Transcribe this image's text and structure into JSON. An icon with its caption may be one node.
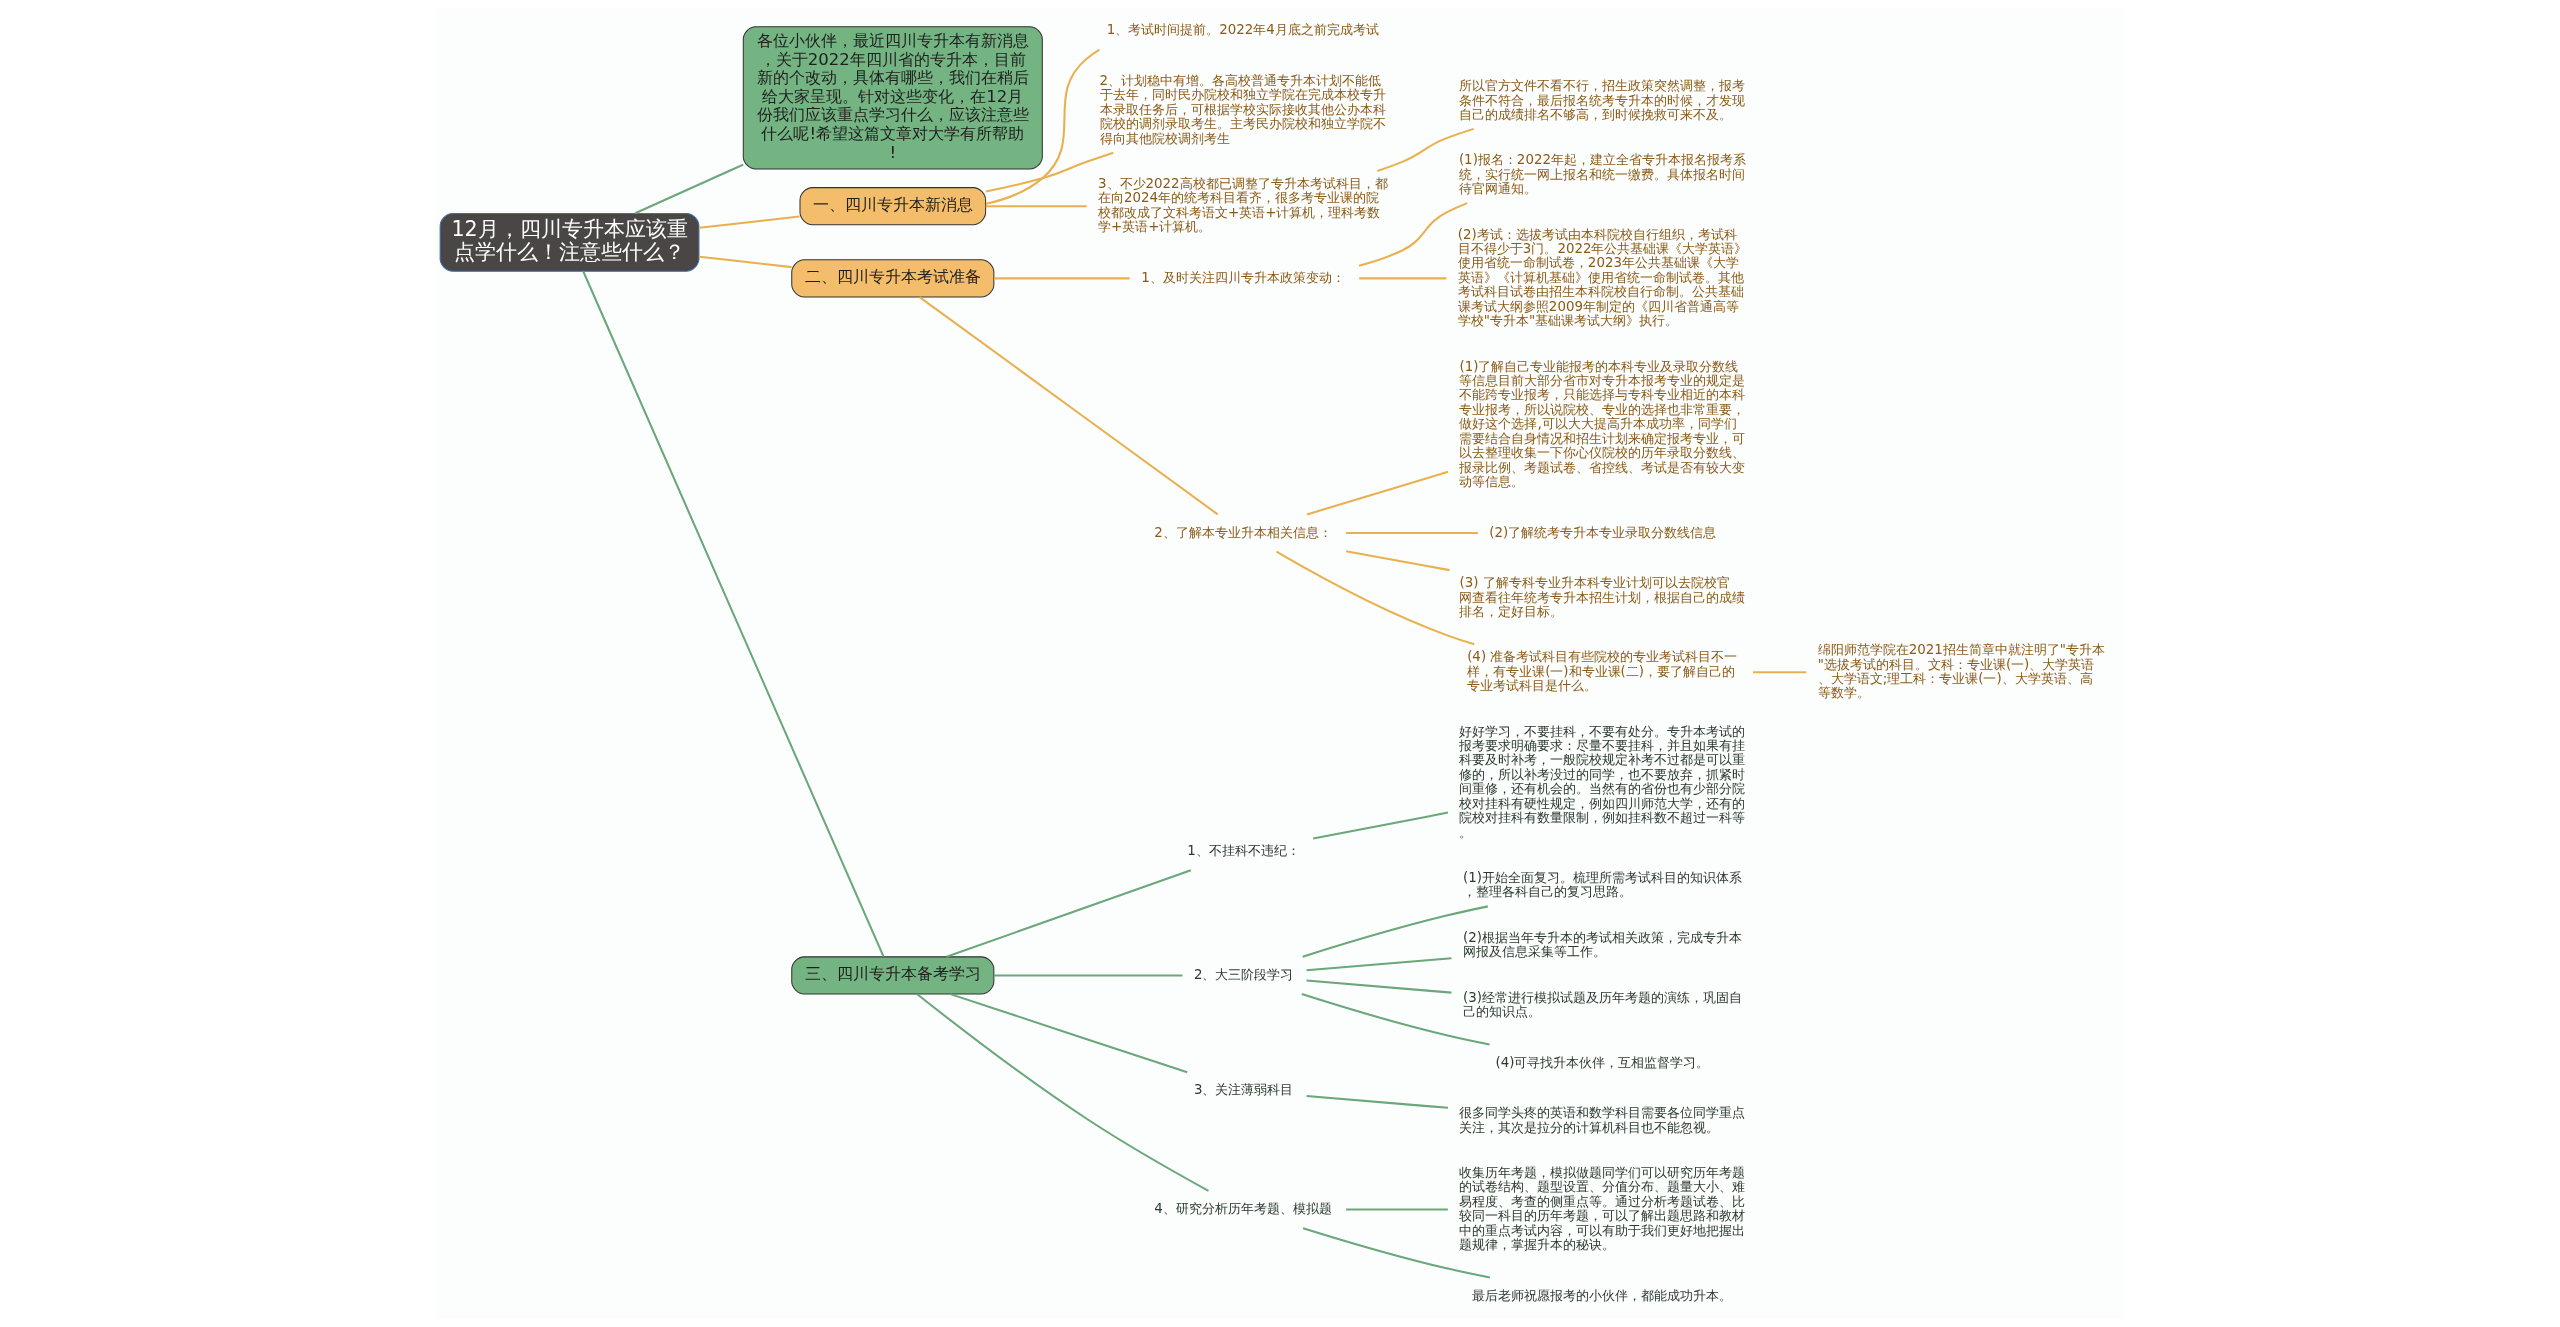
{
  "diagram": {
    "nodes": [
      {
        "text": [
          "12月，四川专升本应该重点学什么！注意些什么？"
        ]
      },
      {
        "text": [
          "各位小伙伴，最近四川专升本有新消息，关于2022年四川省的专升本，目前新的个改动，具体有哪些，我们在稍后给大家呈现。针对这些变化，在12月份我们应该重点学习什么，应该注意些什么呢!希望这篇文章对大学有所帮助!"
        ]
      },
      {
        "text": [
          "一、四川专升本新消息"
        ]
      },
      {
        "text": [
          "1、考试时间提前。2022年4月底之前完成考试"
        ]
      },
      {
        "text": [
          "2、计划稳中有增。各高校普通专升本计划不能低于去年，同时民办院校和独立学院在完成本校专升本录取任务后，可根据学校实际接收其他公办本科院校的调剂录取考生。主考民办院校和独立学院不得向其他院校调剂考生"
        ]
      },
      {
        "text": [
          "3、不少2022高校都已调整了专升本考试科目，都在向2024年的统考科目看齐，很多考专业课的院校都改成了文科考语文+英语+计算机，理科考数学+英语+计算机。"
        ]
      },
      {
        "text": [
          "所以官方文件不看不行，招生政策突然调整，报考条件不符合，最后报名统考专升本的时候，才发现自己的成绩排名不够高，到时候挽救可来不及。"
        ]
      },
      {
        "text": [
          "二、四川专升本考试准备"
        ]
      },
      {
        "text": [
          "1、及时关注四川专升本政策变动："
        ]
      },
      {
        "text": [
          "(1)报名：2022年起，建立全省专升本报名报考系统，实行统一网上报名和统一缴费。具体报名时间待官网通知。"
        ]
      },
      {
        "text": [
          "(2)考试：选拔考试由本科院校自行组织，考试科目不得少于3门。2022年公共基础课《大学英语》使用省统一命制试卷，2023年公共基础课《大学英语》《计算机基础》使用省统一命制试卷。其他考试科目试卷由招生本科院校自行命制。公共基础课考试大纲参照2009年制定的《四川省普通高等学校\"专升本\"基础课考试大纲》执行。"
        ]
      },
      {
        "text": [
          "2、了解本专业升本相关信息："
        ]
      },
      {
        "text": [
          "(1)了解自己专业能报考的本科专业及录取分数线等信息目前大部分省市对专升本报考专业的规定是不能跨专业报考，只能选择与专科专业相近的本科专业报考，所以说院校、专业的选择也非常重要，做好这个选择,可以大大提高升本成功率，同学们需要结合自身情况和招生计划来确定报考专业，可以去整理收集一下你心仪院校的历年录取分数线、报录比例、考题试卷、省控线、考试是否有较大变动等信息。"
        ]
      },
      {
        "text": [
          "(2)了解统考专升本专业录取分数线信息"
        ]
      },
      {
        "text": [
          "(3) 了解专科专业升本科专业计划可以去院校官网查看往年统考专升本招生计划，根据自己的成绩排名，定好目标。"
        ]
      },
      {
        "text": [
          "(4) 准备考试科目有些院校的专业考试科目不一样，有专业课(一)和专业课(二)，要了解自己的专业考试科目是什么。"
        ]
      },
      {
        "text": [
          "绵阳师范学院在2021招生简章中就注明了\"专升本\"选拔考试的科目。文科：专业课(一)、大学英语、大学语文;理工科：专业课(一)、大学英语、高等数学。"
        ]
      },
      {
        "text": [
          "三、四川专升本备考学习"
        ]
      },
      {
        "text": [
          "1、不挂科不违纪："
        ]
      },
      {
        "text": [
          "好好学习，不要挂科，不要有处分。专升本考试的报考要求明确要求：尽量不要挂科，并且如果有挂科要及时补考，一般院校规定补考不过都是可以重修的，所以补考没过的同学，也不要放弃，抓紧时间重修，还有机会的。当然有的省份也有少部分院校对挂科有硬性规定，例如四川师范大学，还有的院校对挂科有数量限制，例如挂科数不超过一科等。"
        ]
      },
      {
        "text": [
          "2、大三阶段学习"
        ]
      },
      {
        "text": [
          "(1)开始全面复习。梳理所需考试科目的知识体系，整理各科自己的复习思路。"
        ]
      },
      {
        "text": [
          "(2)根据当年专升本的考试相关政策，完成专升本网报及信息采集等工作。"
        ]
      },
      {
        "text": [
          "(3)经常进行模拟试题及历年考题的演练，巩固自己的知识点。"
        ]
      },
      {
        "text": [
          "(4)可寻找升本伙伴，互相监督学习。"
        ]
      },
      {
        "text": [
          "3、关注薄弱科目"
        ]
      },
      {
        "text": [
          "很多同学头疼的英语和数学科目需要各位同学重点关注，其次是拉分的计算机科目也不能忽视。"
        ]
      },
      {
        "text": [
          "4、研究分析历年考题、模拟题"
        ]
      },
      {
        "text": [
          "收集历年考题，模拟做题同学们可以研究历年考题的试卷结构、题型设置、分值分布、题量大小、难易程度、考查的侧重点等。通过分析考题试卷、比较同一科目的历年考题，可以了解出题思路和教材中的重点考试内容，可以有助于我们更好地把握出题规律，掌握升本的秘诀。"
        ]
      },
      {
        "text": [
          "最后老师祝愿报考的小伙伴，都能成功升本。"
        ]
      }
    ],
    "edges": [
      {
        "from": 0,
        "to": 1,
        "arrow": "none",
        "color": "#6aa77a"
      },
      {
        "from": 0,
        "to": 2,
        "arrow": "none",
        "color": "#e8b04f"
      },
      {
        "from": 2,
        "to": 3,
        "arrow": "none",
        "color": "#e8b04f"
      },
      {
        "from": 2,
        "to": 4,
        "arrow": "none",
        "color": "#e8b04f"
      },
      {
        "from": 2,
        "to": 5,
        "arrow": "none",
        "color": "#e8b04f"
      },
      {
        "from": 5,
        "to": 6,
        "arrow": "none",
        "color": "#e8b04f"
      },
      {
        "from": 0,
        "to": 7,
        "arrow": "none",
        "color": "#e8b04f"
      },
      {
        "from": 7,
        "to": 8,
        "arrow": "none",
        "color": "#e8b04f"
      },
      {
        "from": 8,
        "to": 9,
        "arrow": "none",
        "color": "#e8b04f"
      },
      {
        "from": 8,
        "to": 10,
        "arrow": "none",
        "color": "#e8b04f"
      },
      {
        "from": 7,
        "to": 11,
        "arrow": "none",
        "color": "#e8b04f"
      },
      {
        "from": 11,
        "to": 12,
        "arrow": "none",
        "color": "#e8b04f"
      },
      {
        "from": 11,
        "to": 13,
        "arrow": "none",
        "color": "#e8b04f"
      },
      {
        "from": 11,
        "to": 14,
        "arrow": "none",
        "color": "#e8b04f"
      },
      {
        "from": 11,
        "to": 15,
        "arrow": "none",
        "color": "#e8b04f"
      },
      {
        "from": 15,
        "to": 16,
        "arrow": "none",
        "color": "#e8b04f"
      },
      {
        "from": 0,
        "to": 17,
        "arrow": "none",
        "color": "#6aa77a"
      },
      {
        "from": 17,
        "to": 18,
        "arrow": "none",
        "color": "#6aa77a"
      },
      {
        "from": 18,
        "to": 19,
        "arrow": "none",
        "color": "#6aa77a"
      },
      {
        "from": 17,
        "to": 20,
        "arrow": "none",
        "color": "#6aa77a"
      },
      {
        "from": 20,
        "to": 21,
        "arrow": "none",
        "color": "#6aa77a"
      },
      {
        "from": 20,
        "to": 22,
        "arrow": "none",
        "color": "#6aa77a"
      },
      {
        "from": 20,
        "to": 23,
        "arrow": "none",
        "color": "#6aa77a"
      },
      {
        "from": 20,
        "to": 24,
        "arrow": "none",
        "color": "#6aa77a"
      },
      {
        "from": 17,
        "to": 25,
        "arrow": "none",
        "color": "#6aa77a"
      },
      {
        "from": 25,
        "to": 26,
        "arrow": "none",
        "color": "#6aa77a"
      },
      {
        "from": 17,
        "to": 27,
        "arrow": "none",
        "color": "#6aa77a"
      },
      {
        "from": 27,
        "to": 28,
        "arrow": "none",
        "color": "#6aa77a"
      },
      {
        "from": 27,
        "to": 29,
        "arrow": "none",
        "color": "#6aa77a"
      }
    ]
  }
}
